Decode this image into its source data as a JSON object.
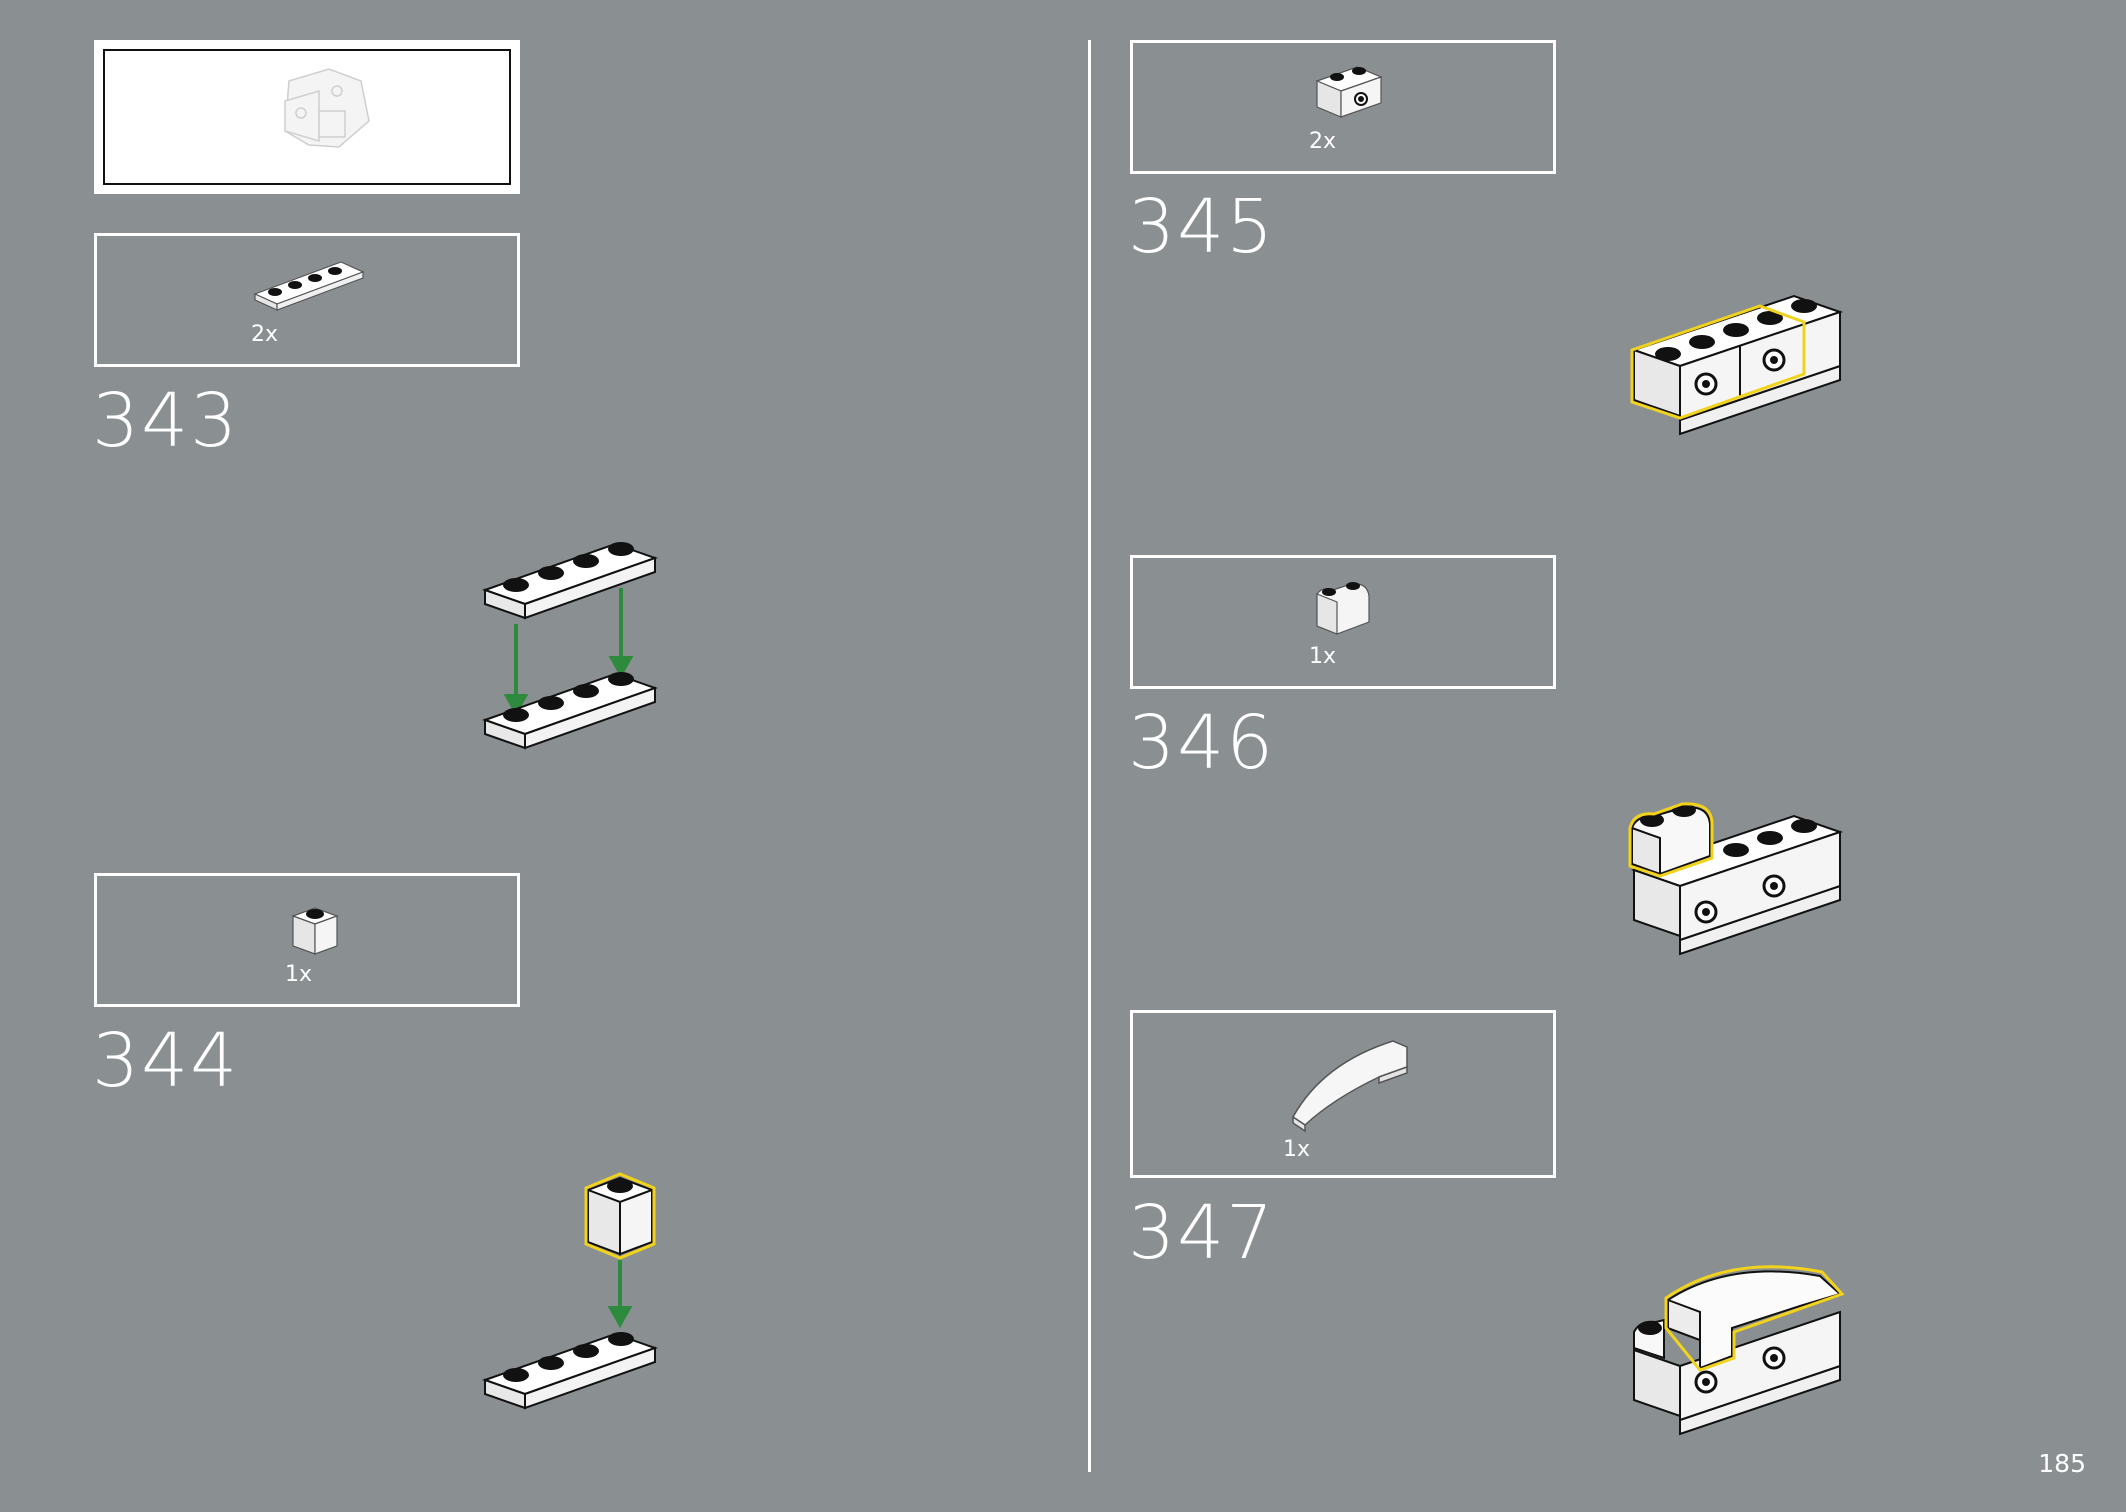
{
  "page": {
    "number": "185"
  },
  "steps": [
    {
      "number": "343",
      "qty": "2x"
    },
    {
      "number": "344",
      "qty": "1x"
    },
    {
      "number": "345",
      "qty": "2x"
    },
    {
      "number": "346",
      "qty": "1x"
    },
    {
      "number": "347",
      "qty": "1x"
    }
  ],
  "colors": {
    "background": "#8a9091",
    "panel_border": "#ffffff",
    "highlight": "#f2d21b",
    "arrow": "#2e8b3e",
    "stud": "#111111"
  },
  "icons": {
    "submodel_preview": "submodel-preview-icon",
    "plate_1x4": "plate-1x4-icon",
    "brick_1x1": "brick-1x1-icon",
    "brick_1x2_technic": "technic-brick-1x2-icon",
    "brick_1x2_rounded": "rounded-brick-1x2-icon",
    "slope_curved": "curved-slope-icon"
  }
}
